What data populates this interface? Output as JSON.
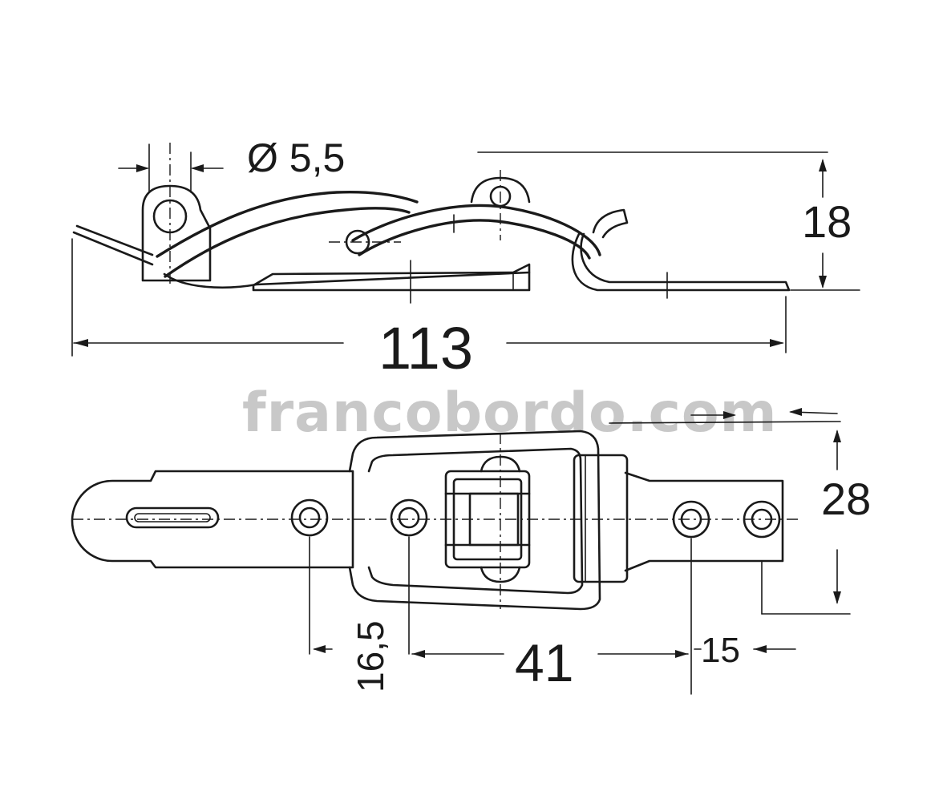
{
  "dimensions": {
    "hole_diameter": "Ø 5,5",
    "height_side": "18",
    "overall_length": "113",
    "width_top": "28",
    "hole_offset": "16,5",
    "hole_spacing": "41",
    "end_offset": "15"
  },
  "watermark": "francobordo.com",
  "colors": {
    "line": "#1a1a1a",
    "watermark": "#c8c8c8",
    "background": "#ffffff"
  }
}
